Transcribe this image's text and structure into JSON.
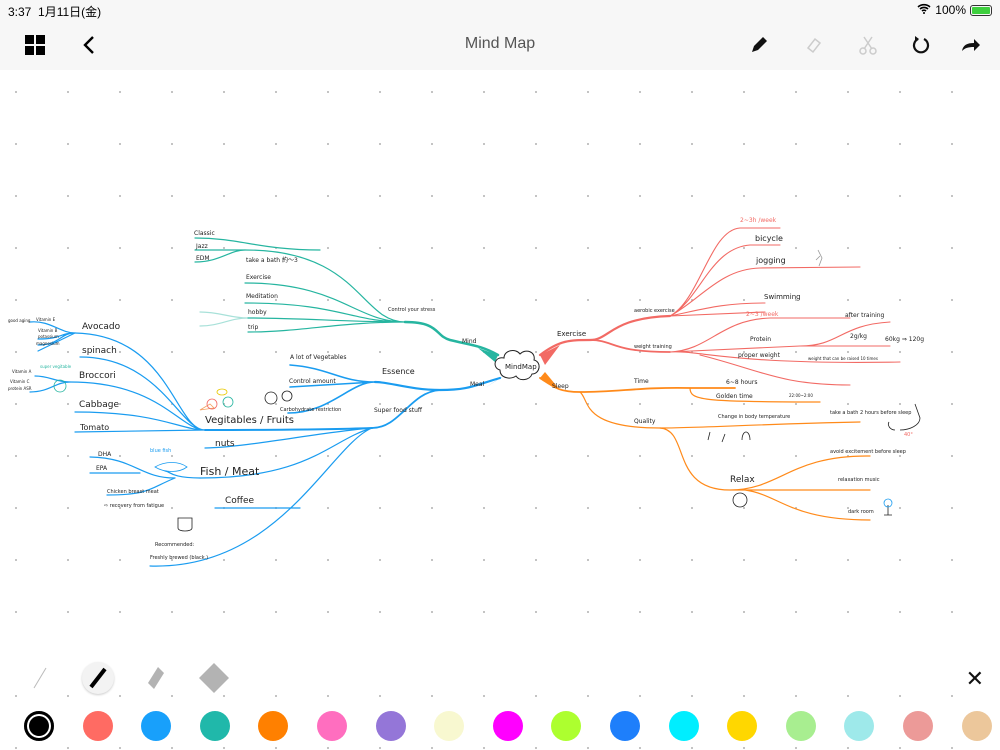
{
  "status": {
    "time": "3:37",
    "date": "1月11日(金)",
    "battery": "100%"
  },
  "nav": {
    "title": "Mind Map",
    "icons": [
      "grid-icon",
      "back-icon",
      "pen-icon",
      "eraser-icon",
      "scissors-icon",
      "undo-icon",
      "redo-icon"
    ]
  },
  "map": {
    "center": "MindMap",
    "mind": {
      "label": "Mind",
      "stress": "Control your stress",
      "items": [
        "take a bath 約〜3",
        "Exercise",
        "Meditation",
        "hobby",
        "trip"
      ],
      "music": [
        "Classic",
        "Jazz",
        "EDM"
      ]
    },
    "meal": {
      "label": "Meal",
      "essence": "Essence",
      "essence_items": [
        "A lot of Vegetables",
        "Control amount",
        "Carbohydrate restriction"
      ],
      "superfood": "Super food stuff",
      "vegfruits": "Vegitables / Fruits",
      "veg": [
        "Avocado",
        "spinach",
        "Broccori",
        "Cabbage",
        "Tomato"
      ],
      "avocado_sub": [
        "good aging",
        "Vitamin E",
        "Vitamin B",
        "potassium",
        "magnesium"
      ],
      "broccoli_sub": [
        "super vegitable",
        "Vitamin A",
        "Vitamin C",
        "protein ASR"
      ],
      "nuts": "nuts",
      "fish": "Fish / Meat",
      "blue_fish": "blue fish",
      "fish_sub": [
        "DHA",
        "EPA"
      ],
      "chicken": "Chicken breast meat",
      "recovery": "⇨ recovery from fatigue",
      "coffee": "Coffee",
      "recommended": "Recommended:",
      "fresh": "Freshly brewed (black.)"
    },
    "exercise": {
      "label": "Exercise",
      "aerobic": "aerobic exercise",
      "aerobic_items": [
        "2~3h /week",
        "bicycle",
        "jogging",
        "Swimming"
      ],
      "weight": "weight training",
      "weight_items": [
        "2~3 /week",
        "Protein",
        "proper weight"
      ],
      "protein_sub": [
        "after training",
        "2g/kg",
        "60kg ⇒ 120g"
      ],
      "proper_sub": "weight that can be raised 10 times"
    },
    "sleep": {
      "label": "Sleep",
      "time": "Time",
      "time_items": [
        "6~8 hours",
        "Golden time",
        "22:00~2:00"
      ],
      "quality": "Quality",
      "body_temp": "Change in body temperature",
      "bath": "take a bath 2 hours before sleep",
      "deg": "40°",
      "relax": "Relax",
      "relax_items": [
        "avoid excitement before sleep",
        "relaxation music",
        "dark room"
      ]
    }
  },
  "toolbar": {
    "pen_sizes": [
      "thin",
      "medium",
      "thick",
      "extra-thick"
    ],
    "selected_pen": 1,
    "selected_color": 0,
    "colors": [
      "#000000",
      "#ff6b63",
      "#18a0fb",
      "#20b8aa",
      "#ff8000",
      "#ff6ebf",
      "#9476d8",
      "#f8f8d0",
      "#ff00ff",
      "#adff2f",
      "#1e7ffb",
      "#00eeff",
      "#ffd700",
      "#a8ee90",
      "#9ee9ea",
      "#ec9a98",
      "#ecc79b"
    ]
  }
}
